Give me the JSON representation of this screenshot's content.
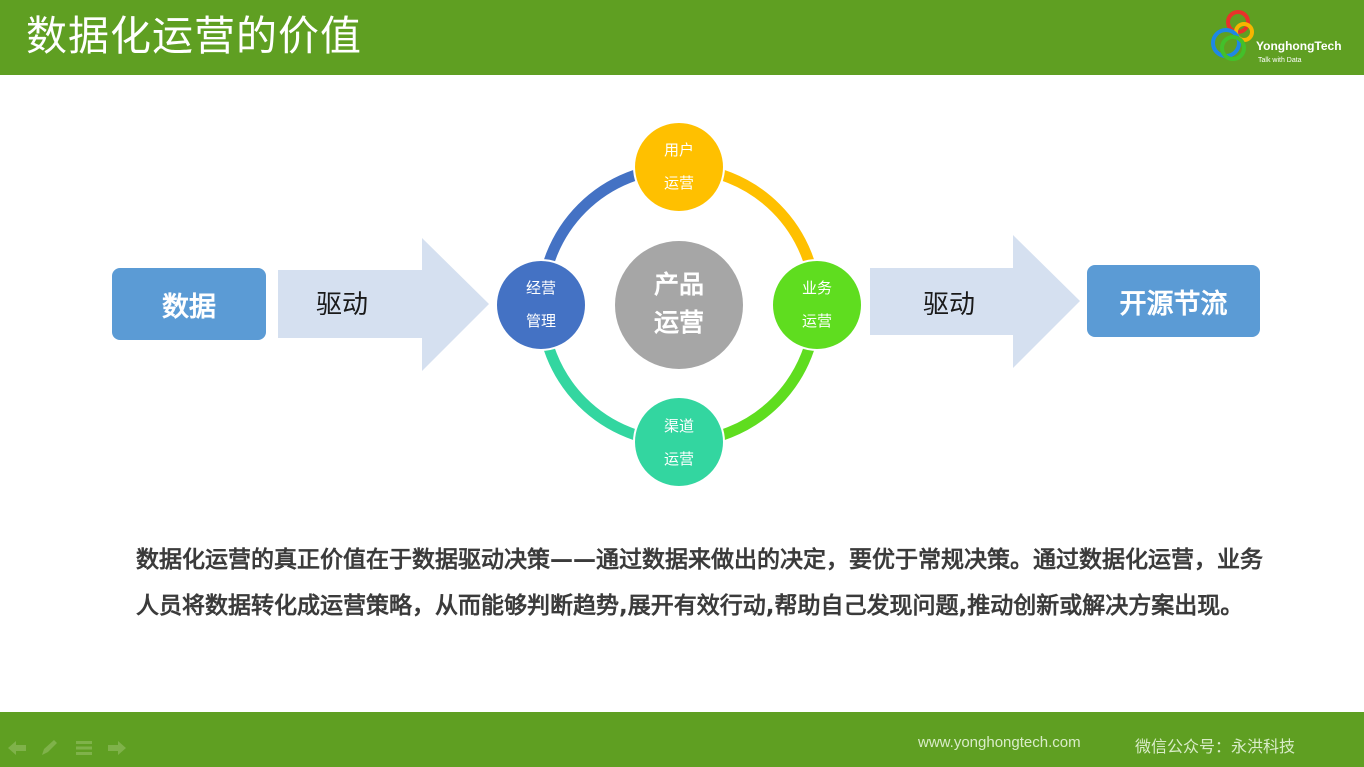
{
  "header": {
    "title": "数据化运营的价值",
    "logo": {
      "brand": "YonghongTech",
      "tagline": "Talk with Data"
    }
  },
  "diagram": {
    "left_box": "数据",
    "left_arrow_label": "驱动",
    "center": {
      "line1": "产品",
      "line2": "运营"
    },
    "nodes": {
      "top": {
        "line1": "用户",
        "line2": "运营",
        "color": "#ffc000"
      },
      "right": {
        "line1": "业务",
        "line2": "运营",
        "color": "#5fdd1f"
      },
      "bottom": {
        "line1": "渠道",
        "line2": "运营",
        "color": "#33d6a0"
      },
      "left": {
        "line1": "经营",
        "line2": "管理",
        "color": "#4472c4"
      }
    },
    "right_arrow_label": "驱动",
    "right_box": "开源节流"
  },
  "paragraph": "数据化运营的真正价值在于数据驱动决策——通过数据来做出的决定，要优于常规决策。通过数据化运营，业务人员将数据转化成运营策略，从而能够判断趋势,展开有效行动,帮助自己发现问题,推动创新或解决方案出现。",
  "footer": {
    "url": "www.yonghongtech.com",
    "wechat": "微信公众号：永洪科技",
    "nav_icons": [
      "back-arrow-icon",
      "pen-icon",
      "menu-icon",
      "forward-arrow-icon"
    ]
  },
  "colors": {
    "bar_green": "#5f9f22",
    "box_blue": "#5b9bd5",
    "arrow_fill": "#d5e0f0",
    "center_gray": "#a6a6a6"
  }
}
